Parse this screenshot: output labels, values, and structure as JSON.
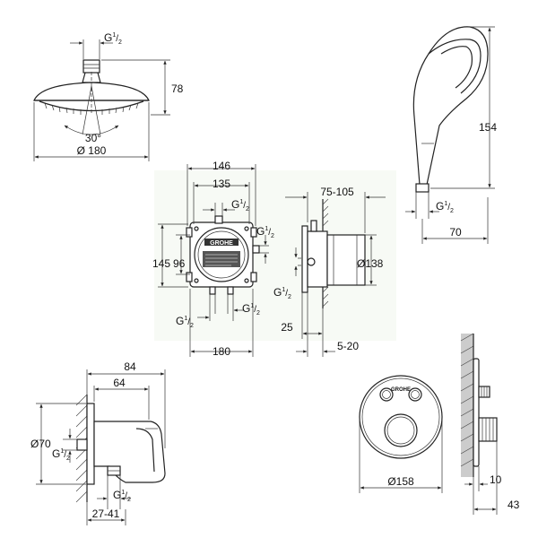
{
  "head_shower": {
    "thread": "G",
    "thread_num": "1",
    "thread_den": "2",
    "height": "78",
    "angle": "30°",
    "diameter": "Ø 180"
  },
  "hand_shower": {
    "length": "154",
    "thread": "G",
    "thread_num": "1",
    "thread_den": "2",
    "offset": "70"
  },
  "box": {
    "brand": "GROHE",
    "width_outer": "146",
    "width_inner": "135",
    "height_outer": "145",
    "height_inner": "96",
    "top_thread": "G",
    "top_thread_num": "1",
    "top_thread_den": "2",
    "right_thread": "G",
    "right_thread_num": "1",
    "right_thread_den": "2",
    "bottom_left_thread": "G",
    "bottom_left_thread_num": "1",
    "bottom_left_thread_den": "2",
    "bottom_right_thread": "G",
    "bottom_right_thread_num": "1",
    "bottom_right_thread_den": "2",
    "width_total": "180"
  },
  "box_side": {
    "depth_range": "75-105",
    "diameter": "Ø138",
    "thread": "G",
    "thread_num": "1",
    "thread_den": "2",
    "offset": "25",
    "range": "5-20"
  },
  "wall_elbow": {
    "width_outer": "84",
    "width_inner": "64",
    "diameter": "Ø70",
    "side_thread": "G",
    "side_thread_num": "1",
    "side_thread_den": "2",
    "bottom_thread": "G",
    "bottom_thread_num": "1",
    "bottom_thread_den": "2",
    "range": "27-41"
  },
  "trim": {
    "brand": "GROHE",
    "diameter": "Ø158"
  },
  "trim_side": {
    "depth": "10",
    "projection": "43"
  },
  "colors": {
    "line": "#222222",
    "background": "#ffffff"
  }
}
